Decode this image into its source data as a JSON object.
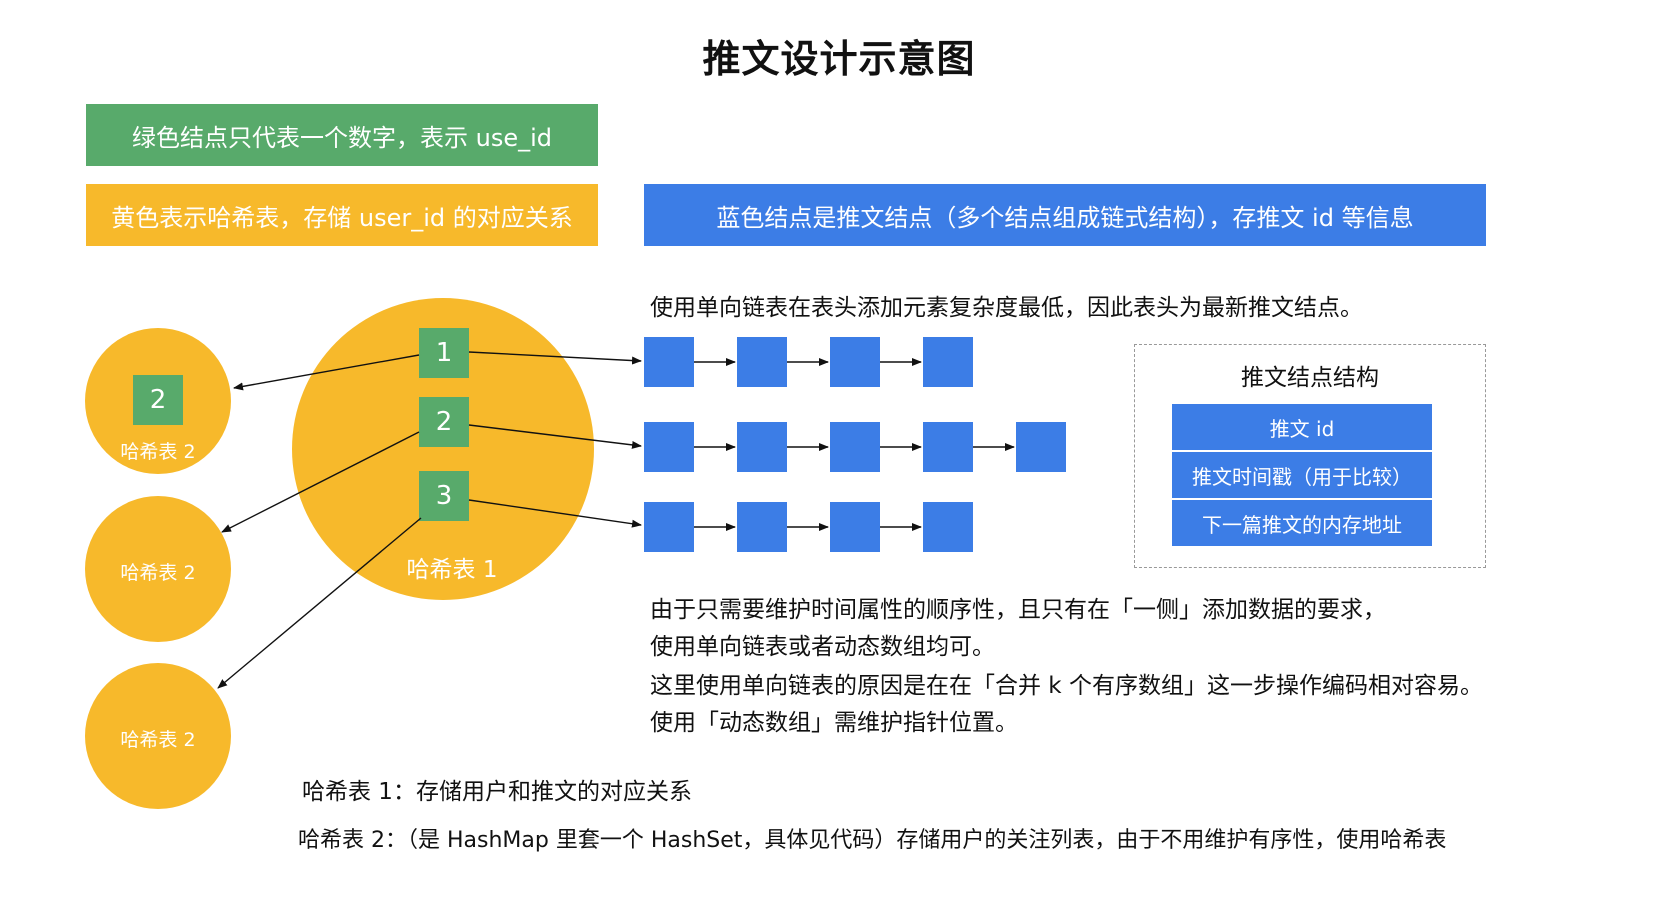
{
  "title": "推文设计示意图",
  "legend": {
    "green": "绿色结点只代表一个数字，表示 use_id",
    "yellow": "黄色表示哈希表，存储 user_id 的对应关系",
    "blue": "蓝色结点是推文结点（多个结点组成链式结构），存推文 id 等信息"
  },
  "colors": {
    "green": "#58aa6b",
    "yellow": "#f7b92b",
    "blue": "#3c7de6"
  },
  "hash1": {
    "label": "哈希表 1",
    "keys": [
      "1",
      "2",
      "3"
    ]
  },
  "hash2_tables": [
    {
      "label": "哈希表 2",
      "entry": "2"
    },
    {
      "label": "哈希表 2"
    },
    {
      "label": "哈希表 2"
    }
  ],
  "linked_lists": [
    {
      "user": "1",
      "node_count": 4
    },
    {
      "user": "2",
      "node_count": 5
    },
    {
      "user": "3",
      "node_count": 4
    }
  ],
  "list_note": "使用单向链表在表头添加元素复杂度最低，因此表头为最新推文结点。",
  "node_struct": {
    "title": "推文结点结构",
    "fields": [
      "推文 id",
      "推文时间戳（用于比较）",
      "下一篇推文的内存地址"
    ]
  },
  "explanation": [
    "由于只需要维护时间属性的顺序性，且只有在「一侧」添加数据的要求，",
    "使用单向链表或者动态数组均可。",
    "这里使用单向链表的原因是在在「合并 k 个有序数组」这一步操作编码相对容易。",
    "使用「动态数组」需维护指针位置。"
  ],
  "footnotes": [
    "哈希表 1：存储用户和推文的对应关系",
    "哈希表 2：（是 HashMap 里套一个 HashSet，具体见代码）存储用户的关注列表，由于不用维护有序性，使用哈希表"
  ]
}
